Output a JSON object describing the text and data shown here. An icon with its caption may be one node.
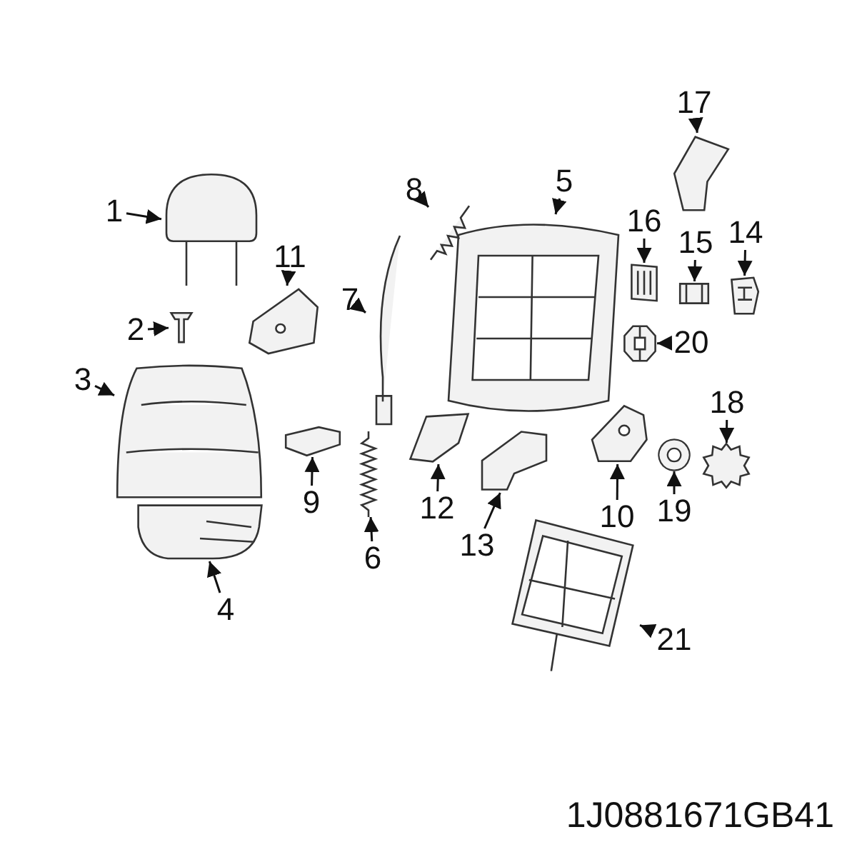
{
  "diagram": {
    "nodes": [
      {
        "text": [
          "1"
        ]
      },
      {
        "text": [
          "2"
        ]
      },
      {
        "text": [
          "3"
        ]
      },
      {
        "text": [
          "4"
        ]
      },
      {
        "text": [
          "5"
        ]
      },
      {
        "text": [
          "6"
        ]
      },
      {
        "text": [
          "7"
        ]
      },
      {
        "text": [
          "8"
        ]
      },
      {
        "text": [
          "9"
        ]
      },
      {
        "text": [
          "10"
        ]
      },
      {
        "text": [
          "11"
        ]
      },
      {
        "text": [
          "12"
        ]
      },
      {
        "text": [
          "13"
        ]
      },
      {
        "text": [
          "14"
        ]
      },
      {
        "text": [
          "15"
        ]
      },
      {
        "text": [
          "16"
        ]
      },
      {
        "text": [
          "17"
        ]
      },
      {
        "text": [
          "18"
        ]
      },
      {
        "text": [
          "19"
        ]
      },
      {
        "text": [
          "20"
        ]
      },
      {
        "text": [
          "21"
        ]
      },
      {
        "text": [],
        "shape": "picture"
      },
      {
        "text": [],
        "shape": "picture"
      },
      {
        "text": [],
        "shape": "picture"
      },
      {
        "text": [],
        "shape": "picture"
      },
      {
        "text": [],
        "shape": "picture"
      },
      {
        "text": [],
        "shape": "picture"
      },
      {
        "text": [],
        "shape": "picture"
      },
      {
        "text": [],
        "shape": "picture"
      },
      {
        "text": [],
        "shape": "picture"
      },
      {
        "text": [],
        "shape": "picture"
      },
      {
        "text": [],
        "shape": "picture"
      },
      {
        "text": [],
        "shape": "picture"
      },
      {
        "text": [],
        "shape": "picture"
      },
      {
        "text": [],
        "shape": "picture"
      },
      {
        "text": [],
        "shape": "picture"
      },
      {
        "text": [],
        "shape": "picture"
      },
      {
        "text": [],
        "shape": "picture"
      },
      {
        "text": [],
        "shape": "picture"
      },
      {
        "text": [],
        "shape": "circle"
      },
      {
        "text": [],
        "shape": "picture"
      },
      {
        "text": [],
        "shape": "picture"
      }
    ],
    "edges": [
      {
        "from": 0,
        "to": 21,
        "arrow": "to"
      },
      {
        "from": 1,
        "to": 22,
        "arrow": "to"
      },
      {
        "from": 2,
        "to": 23,
        "arrow": "to"
      },
      {
        "from": 3,
        "to": 24,
        "arrow": "to"
      },
      {
        "from": 4,
        "to": 25,
        "arrow": "to"
      },
      {
        "from": 5,
        "to": 26,
        "arrow": "to"
      },
      {
        "from": 6,
        "to": 27,
        "arrow": "to"
      },
      {
        "from": 7,
        "to": 28,
        "arrow": "to"
      },
      {
        "from": 8,
        "to": 29,
        "arrow": "to"
      },
      {
        "from": 9,
        "to": 30,
        "arrow": "to"
      },
      {
        "from": 10,
        "to": 31,
        "arrow": "to"
      },
      {
        "from": 11,
        "to": 32,
        "arrow": "to"
      },
      {
        "from": 12,
        "to": 33,
        "arrow": "to"
      },
      {
        "from": 13,
        "to": 34,
        "arrow": "to"
      },
      {
        "from": 14,
        "to": 35,
        "arrow": "to"
      },
      {
        "from": 15,
        "to": 36,
        "arrow": "to"
      },
      {
        "from": 16,
        "to": 37,
        "arrow": "to"
      },
      {
        "from": 17,
        "to": 38,
        "arrow": "to"
      },
      {
        "from": 18,
        "to": 39,
        "arrow": "to"
      },
      {
        "from": 19,
        "to": 40,
        "arrow": "to"
      },
      {
        "from": 20,
        "to": 41,
        "arrow": "to"
      }
    ],
    "labels": [
      "1J0881671GB41"
    ]
  }
}
